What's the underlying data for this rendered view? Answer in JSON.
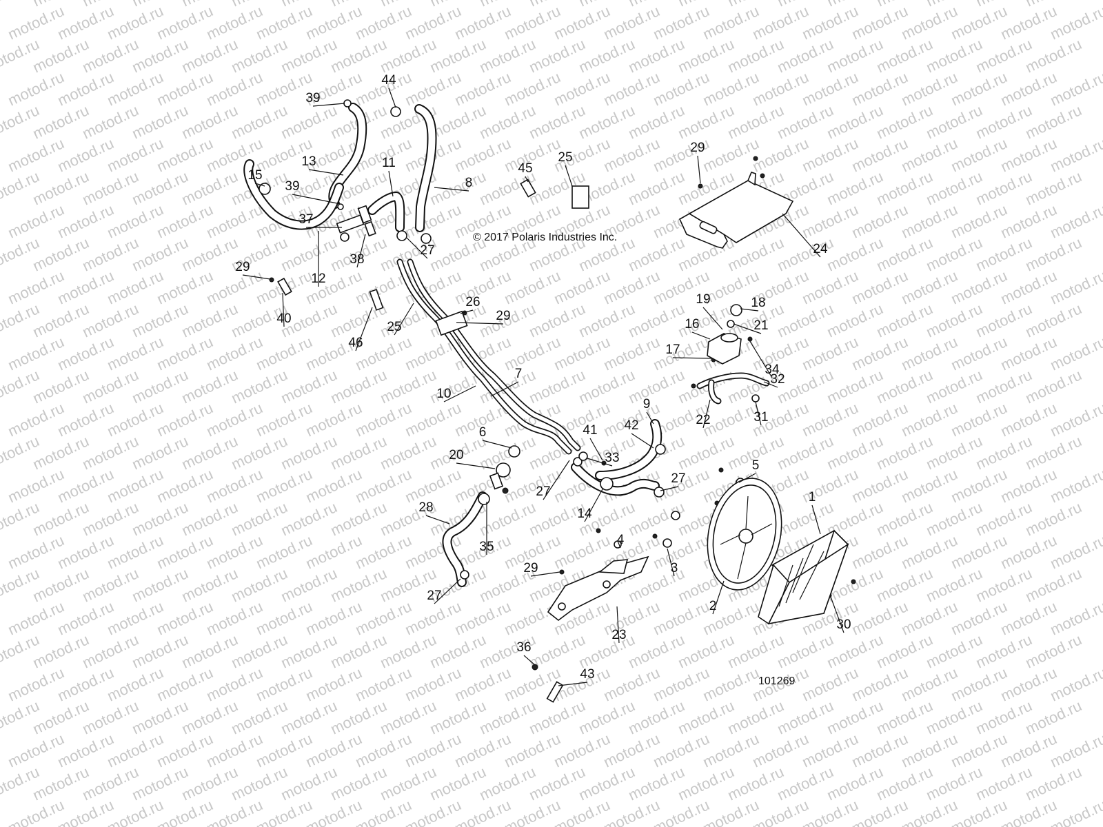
{
  "watermark": "motod.ru",
  "copyright": "© 2017 Polaris Industries Inc.",
  "diagram_id": "101269",
  "callouts": [
    "44",
    "39",
    "13",
    "11",
    "8",
    "45",
    "25",
    "29",
    "15",
    "39",
    "37",
    "38",
    "27",
    "12",
    "29",
    "40",
    "46",
    "25",
    "26",
    "29",
    "24",
    "19",
    "18",
    "16",
    "21",
    "17",
    "34",
    "32",
    "22",
    "31",
    "10",
    "7",
    "9",
    "42",
    "41",
    "6",
    "20",
    "33",
    "27",
    "27",
    "14",
    "5",
    "1",
    "28",
    "35",
    "27",
    "4",
    "29",
    "3",
    "2",
    "23",
    "30",
    "36",
    "43"
  ]
}
